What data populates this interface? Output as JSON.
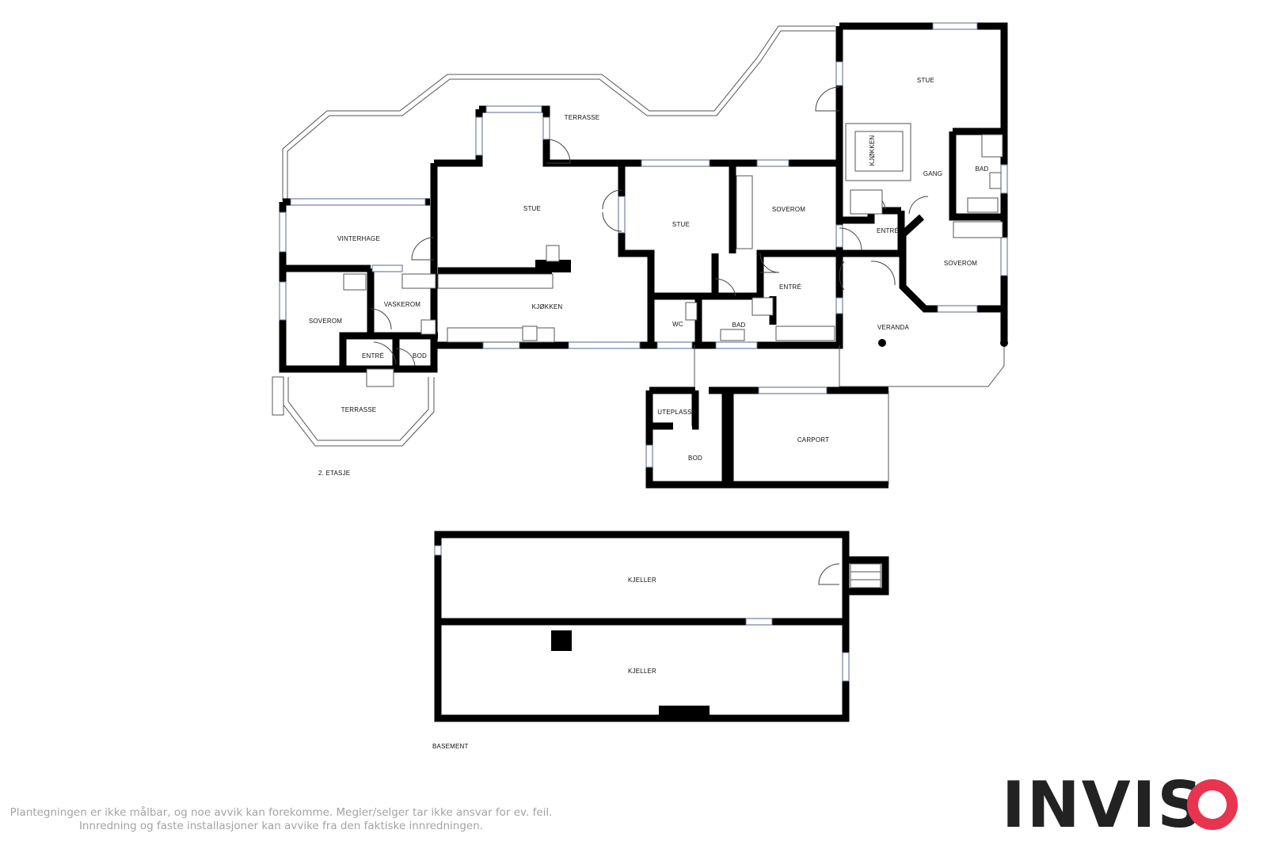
{
  "floorplan": {
    "floors": [
      {
        "name": "2. ETASJE",
        "rooms": [
          {
            "key": "terrasse_top",
            "label": "TERRASSE"
          },
          {
            "key": "stue_main",
            "label": "STUE"
          },
          {
            "key": "vinterhage",
            "label": "VINTERHAGE"
          },
          {
            "key": "stue_mid",
            "label": "STUE"
          },
          {
            "key": "soverom_mid",
            "label": "SOVEROM"
          },
          {
            "key": "stue_right",
            "label": "STUE"
          },
          {
            "key": "kjokken_right",
            "label": "KJØKKEN"
          },
          {
            "key": "gang",
            "label": "GANG"
          },
          {
            "key": "bad_right",
            "label": "BAD"
          },
          {
            "key": "entre_right",
            "label": "ENTRÉ"
          },
          {
            "key": "soverom_right",
            "label": "SOVEROM"
          },
          {
            "key": "soverom_left",
            "label": "SOVEROM"
          },
          {
            "key": "vaskerom",
            "label": "VASKEROM"
          },
          {
            "key": "kjokken_main",
            "label": "KJØKKEN"
          },
          {
            "key": "entre_left",
            "label": "ENTRÉ"
          },
          {
            "key": "bod_left",
            "label": "BOD"
          },
          {
            "key": "entre_mid",
            "label": "ENTRÉ"
          },
          {
            "key": "wc",
            "label": "WC"
          },
          {
            "key": "bad_mid",
            "label": "BAD"
          },
          {
            "key": "veranda",
            "label": "VERANDA"
          },
          {
            "key": "terrasse_bottom",
            "label": "TERRASSE"
          },
          {
            "key": "uteplass",
            "label": "UTEPLASS"
          },
          {
            "key": "bod_bottom",
            "label": "BOD"
          },
          {
            "key": "carport",
            "label": "CARPORT"
          }
        ]
      },
      {
        "name": "BASEMENT",
        "rooms": [
          {
            "key": "kjeller_top",
            "label": "KJELLER"
          },
          {
            "key": "kjeller_bottom",
            "label": "KJELLER"
          }
        ]
      }
    ]
  },
  "disclaimer": {
    "line1": "Plantegningen er ikke målbar, og noe avvik kan forekomme. Megler/selger tar ikke ansvar for ev. feil.",
    "line2": "Innredning og faste installasjoner kan avvike fra den faktiske innredningen."
  },
  "logo": {
    "text": "INVIS",
    "accent_color": "#e8344e"
  },
  "colors": {
    "wall": "#000000",
    "disclaimer_text": "#a3a3a3",
    "logo_text": "#222222"
  }
}
